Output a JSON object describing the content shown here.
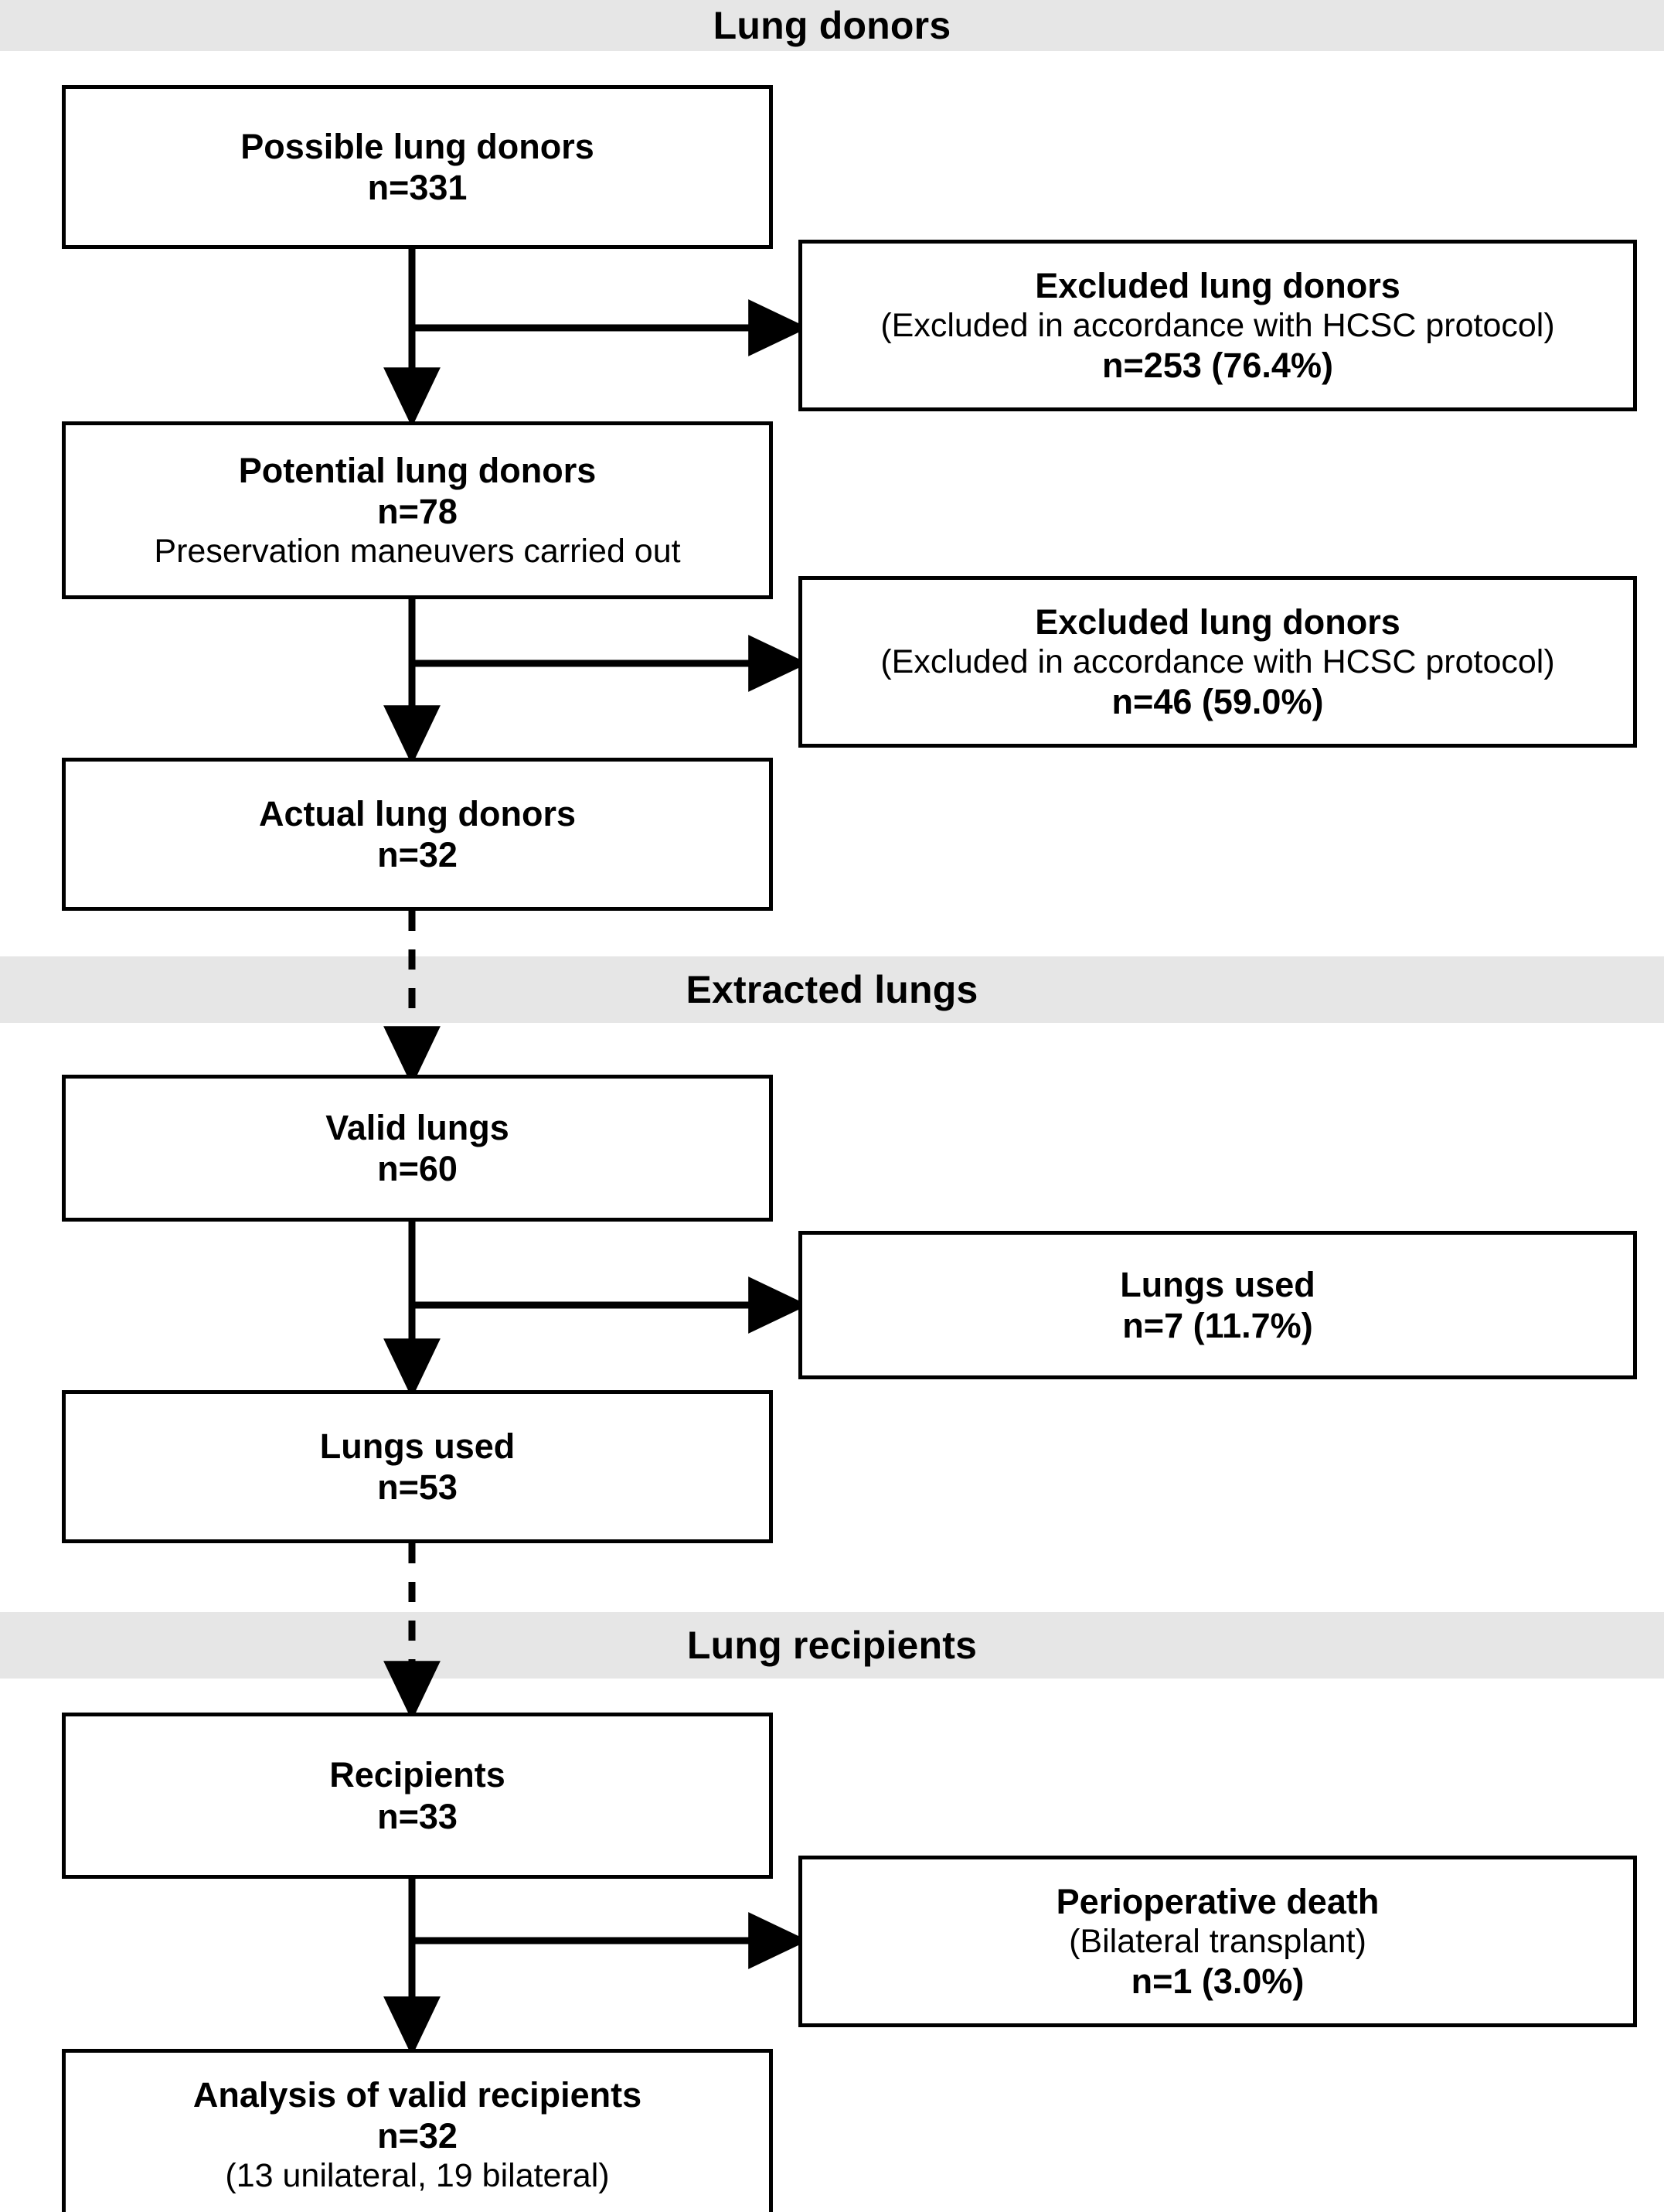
{
  "figure": {
    "type": "flowchart",
    "orientation": "top-to-bottom",
    "colors": {
      "band_background": "#e6e6e6",
      "box_border": "#000000",
      "page_background": "#ffffff",
      "text": "#000000"
    }
  },
  "bands": [
    {
      "id": "band-lung-donors",
      "label": "Lung donors"
    },
    {
      "id": "band-extracted-lungs",
      "label": "Extracted lungs"
    },
    {
      "id": "band-lung-recipients",
      "label": "Lung recipients"
    }
  ],
  "nodes": {
    "possible_donors": {
      "title": "Possible lung donors",
      "count": "n=331",
      "note": ""
    },
    "excluded_1": {
      "title": "Excluded lung donors",
      "note": "(Excluded in accordance with HCSC protocol)",
      "count": "n=253 (76.4%)"
    },
    "potential_donors": {
      "title": "Potential lung donors",
      "count": "n=78",
      "note": "Preservation maneuvers carried out"
    },
    "excluded_2": {
      "title": "Excluded lung donors",
      "note": "(Excluded in accordance with HCSC protocol)",
      "count": "n=46 (59.0%)"
    },
    "actual_donors": {
      "title": "Actual lung donors",
      "count": "n=32",
      "note": ""
    },
    "valid_lungs": {
      "title": "Valid lungs",
      "count": "n=60",
      "note": ""
    },
    "lungs_used_side": {
      "title": "Lungs used",
      "count": "n=7 (11.7%)",
      "note": ""
    },
    "lungs_used_main": {
      "title": "Lungs used",
      "count": "n=53",
      "note": ""
    },
    "recipients": {
      "title": "Recipients",
      "count": "n=33",
      "note": ""
    },
    "perioperative_death": {
      "title": "Perioperative death",
      "note": "(Bilateral transplant)",
      "count": "n=1 (3.0%)"
    },
    "analysis": {
      "title": "Analysis of valid recipients",
      "count": "n=32",
      "note": "(13 unilateral, 19 bilateral)"
    }
  },
  "edges": [
    {
      "from": "possible_donors",
      "to": "potential_donors",
      "style": "solid",
      "direction": "down"
    },
    {
      "from": "possible_donors",
      "to": "excluded_1",
      "style": "solid",
      "direction": "right"
    },
    {
      "from": "potential_donors",
      "to": "actual_donors",
      "style": "solid",
      "direction": "down"
    },
    {
      "from": "potential_donors",
      "to": "excluded_2",
      "style": "solid",
      "direction": "right"
    },
    {
      "from": "actual_donors",
      "to": "valid_lungs",
      "style": "dashed",
      "direction": "down"
    },
    {
      "from": "valid_lungs",
      "to": "lungs_used_main",
      "style": "solid",
      "direction": "down"
    },
    {
      "from": "valid_lungs",
      "to": "lungs_used_side",
      "style": "solid",
      "direction": "right"
    },
    {
      "from": "lungs_used_main",
      "to": "recipients",
      "style": "dashed",
      "direction": "down"
    },
    {
      "from": "recipients",
      "to": "analysis",
      "style": "solid",
      "direction": "down"
    },
    {
      "from": "recipients",
      "to": "perioperative_death",
      "style": "solid",
      "direction": "right"
    }
  ]
}
